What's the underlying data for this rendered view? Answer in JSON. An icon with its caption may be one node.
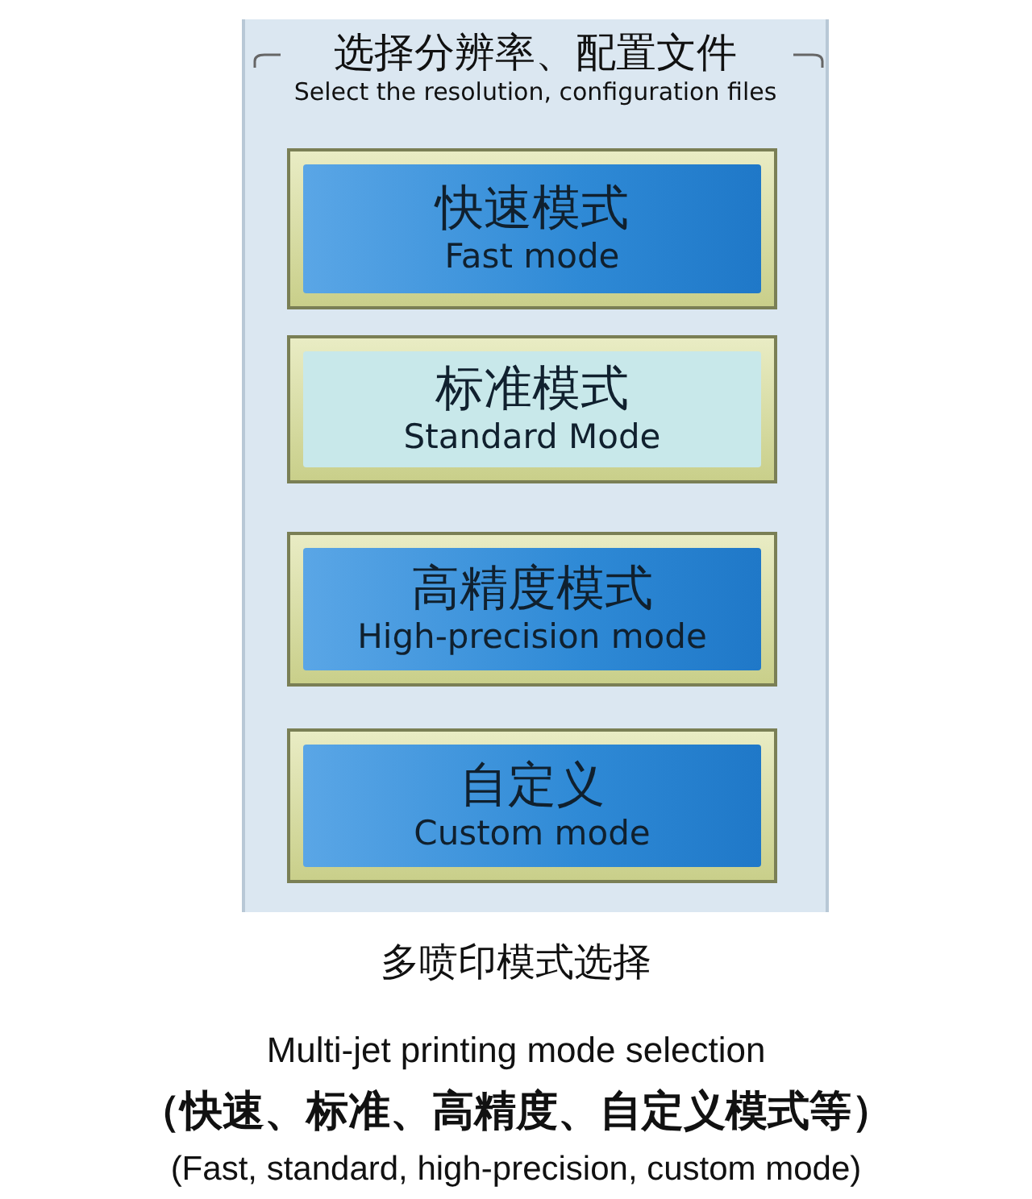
{
  "diagram": {
    "nodes": [
      {
        "text": [
          "选择分辨率、配置文件",
          "Select the resolution, configuration files"
        ]
      },
      {
        "text": [
          "快速模式",
          "Fast mode"
        ],
        "in": 0
      },
      {
        "text": [
          "标准模式",
          "Standard Mode"
        ],
        "in": 0
      },
      {
        "text": [
          "高精度模式",
          "High-precision mode"
        ],
        "in": 0
      },
      {
        "text": [
          "自定义",
          "Custom mode"
        ],
        "in": 0
      }
    ],
    "labels": [
      "多喷印模式选择",
      "Multi-jet printing mode selection",
      "（快速、标准、高精度、自定义模式等）",
      "(Fast, standard, high-precision, custom mode)"
    ]
  }
}
